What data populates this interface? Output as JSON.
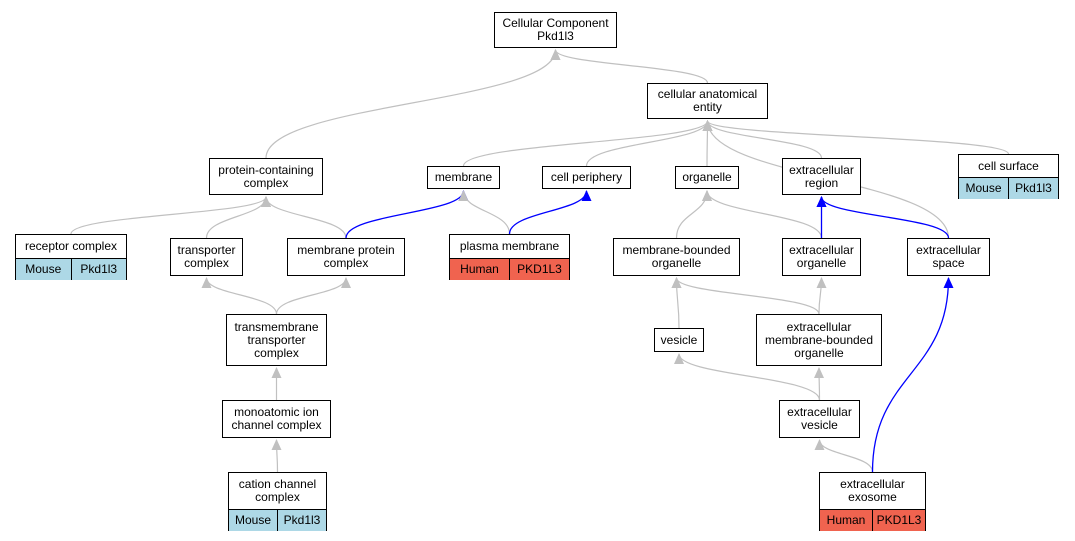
{
  "colors": {
    "is_a_edge": "#c0c0c0",
    "annotated_edge": "#0000ff",
    "mouse_tag": "#add8e6",
    "human_tag": "#f0634f",
    "node_border": "#000000"
  },
  "nodes": {
    "root": {
      "label": "Cellular Component\nPkd1l3"
    },
    "cellular_anatomical_entity": {
      "label": "cellular anatomical\nentity"
    },
    "protein_containing_complex": {
      "label": "protein-containing\ncomplex"
    },
    "membrane": {
      "label": "membrane"
    },
    "cell_periphery": {
      "label": "cell periphery"
    },
    "organelle": {
      "label": "organelle"
    },
    "extracellular_region": {
      "label": "extracellular\nregion"
    },
    "cell_surface": {
      "label": "cell surface",
      "tags": [
        {
          "organism": "Mouse",
          "gene": "Pkd1l3"
        }
      ]
    },
    "receptor_complex": {
      "label": "receptor complex",
      "tags": [
        {
          "organism": "Mouse",
          "gene": "Pkd1l3"
        }
      ]
    },
    "transporter_complex": {
      "label": "transporter\ncomplex"
    },
    "membrane_protein_complex": {
      "label": "membrane protein\ncomplex"
    },
    "plasma_membrane": {
      "label": "plasma membrane",
      "tags": [
        {
          "organism": "Human",
          "gene": "PKD1L3"
        }
      ]
    },
    "membrane_bounded_organelle": {
      "label": "membrane-bounded\norganelle"
    },
    "extracellular_organelle": {
      "label": "extracellular\norganelle"
    },
    "extracellular_space": {
      "label": "extracellular\nspace"
    },
    "transmembrane_transporter_complex": {
      "label": "transmembrane\ntransporter\ncomplex"
    },
    "vesicle": {
      "label": "vesicle"
    },
    "extracellular_membrane_bounded_organelle": {
      "label": "extracellular\nmembrane-bounded\norganelle"
    },
    "monoatomic_ion_channel_complex": {
      "label": "monoatomic ion\nchannel complex"
    },
    "extracellular_vesicle": {
      "label": "extracellular\nvesicle"
    },
    "cation_channel_complex": {
      "label": "cation channel\ncomplex",
      "tags": [
        {
          "organism": "Mouse",
          "gene": "Pkd1l3"
        }
      ]
    },
    "extracellular_exosome": {
      "label": "extracellular\nexosome",
      "tags": [
        {
          "organism": "Human",
          "gene": "PKD1L3"
        }
      ]
    }
  },
  "edges": [
    {
      "from": "cellular_anatomical_entity",
      "to": "root",
      "kind": "is_a"
    },
    {
      "from": "protein_containing_complex",
      "to": "root",
      "kind": "is_a"
    },
    {
      "from": "membrane",
      "to": "cellular_anatomical_entity",
      "kind": "is_a"
    },
    {
      "from": "cell_periphery",
      "to": "cellular_anatomical_entity",
      "kind": "is_a"
    },
    {
      "from": "organelle",
      "to": "cellular_anatomical_entity",
      "kind": "is_a"
    },
    {
      "from": "extracellular_region",
      "to": "cellular_anatomical_entity",
      "kind": "is_a"
    },
    {
      "from": "cell_surface",
      "to": "cellular_anatomical_entity",
      "kind": "is_a"
    },
    {
      "from": "extracellular_space",
      "to": "cellular_anatomical_entity",
      "kind": "is_a"
    },
    {
      "from": "receptor_complex",
      "to": "protein_containing_complex",
      "kind": "is_a"
    },
    {
      "from": "transporter_complex",
      "to": "protein_containing_complex",
      "kind": "is_a"
    },
    {
      "from": "membrane_protein_complex",
      "to": "protein_containing_complex",
      "kind": "is_a"
    },
    {
      "from": "membrane_protein_complex",
      "to": "membrane",
      "kind": "annotated"
    },
    {
      "from": "plasma_membrane",
      "to": "membrane",
      "kind": "is_a"
    },
    {
      "from": "plasma_membrane",
      "to": "cell_periphery",
      "kind": "annotated"
    },
    {
      "from": "membrane_bounded_organelle",
      "to": "organelle",
      "kind": "is_a"
    },
    {
      "from": "extracellular_organelle",
      "to": "organelle",
      "kind": "is_a"
    },
    {
      "from": "extracellular_organelle",
      "to": "extracellular_region",
      "kind": "annotated"
    },
    {
      "from": "extracellular_space",
      "to": "extracellular_region",
      "kind": "annotated"
    },
    {
      "from": "transmembrane_transporter_complex",
      "to": "transporter_complex",
      "kind": "is_a"
    },
    {
      "from": "transmembrane_transporter_complex",
      "to": "membrane_protein_complex",
      "kind": "is_a"
    },
    {
      "from": "vesicle",
      "to": "membrane_bounded_organelle",
      "kind": "is_a"
    },
    {
      "from": "extracellular_membrane_bounded_organelle",
      "to": "membrane_bounded_organelle",
      "kind": "is_a"
    },
    {
      "from": "extracellular_membrane_bounded_organelle",
      "to": "extracellular_organelle",
      "kind": "is_a"
    },
    {
      "from": "monoatomic_ion_channel_complex",
      "to": "transmembrane_transporter_complex",
      "kind": "is_a"
    },
    {
      "from": "extracellular_vesicle",
      "to": "vesicle",
      "kind": "is_a"
    },
    {
      "from": "extracellular_vesicle",
      "to": "extracellular_membrane_bounded_organelle",
      "kind": "is_a"
    },
    {
      "from": "cation_channel_complex",
      "to": "monoatomic_ion_channel_complex",
      "kind": "is_a"
    },
    {
      "from": "extracellular_exosome",
      "to": "extracellular_vesicle",
      "kind": "is_a"
    },
    {
      "from": "extracellular_exosome",
      "to": "extracellular_space",
      "kind": "annotated"
    }
  ]
}
